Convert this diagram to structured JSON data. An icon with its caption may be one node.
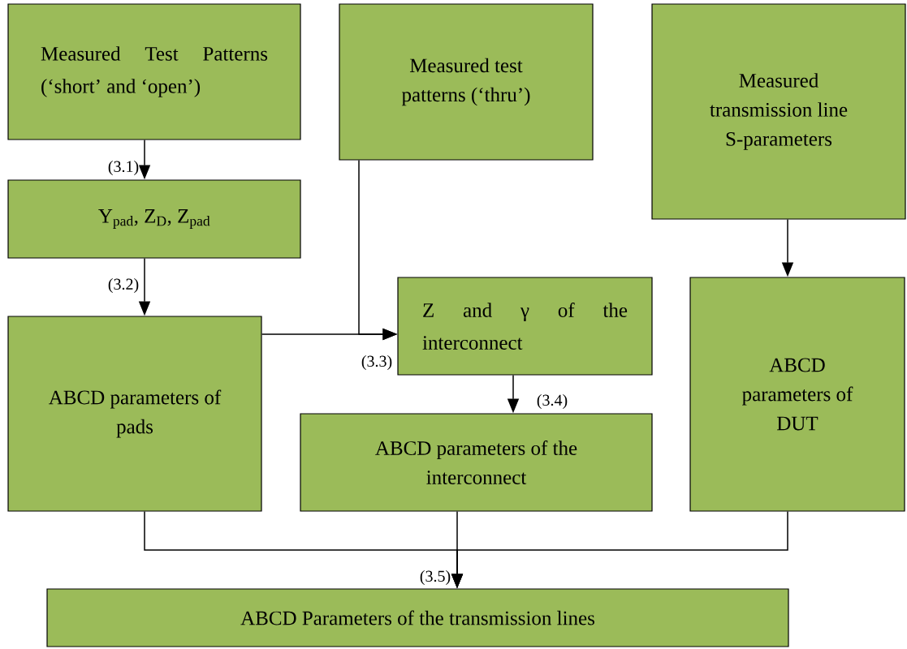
{
  "diagram": {
    "nodes": [
      {
        "text": [
          "Measured Test Patterns (‘short’ and ‘open’)"
        ]
      },
      {
        "text": [
          "Measured test patterns (‘thru’)"
        ]
      },
      {
        "text": [
          "Measured transmission line S-parameters"
        ]
      },
      {
        "text": [
          "Y$_{pad}$, Z$_{D}$, Z$_{pad}$"
        ]
      },
      {
        "text": [
          "ABCD parameters of pads"
        ]
      },
      {
        "text": [
          "Z and γ of the interconnect"
        ]
      },
      {
        "text": [
          "ABCD parameters of DUT"
        ]
      },
      {
        "text": [
          "ABCD parameters of the interconnect"
        ]
      },
      {
        "text": [
          "ABCD Parameters of the transmission lines"
        ]
      }
    ],
    "edges": [
      {
        "from": 0,
        "to": 3,
        "arrow": "to",
        "label": "(3.1)"
      },
      {
        "from": 3,
        "to": 4,
        "arrow": "to",
        "label": "(3.2)"
      },
      {
        "from": 4,
        "to": 5,
        "arrow": "to",
        "label": "(3.3)"
      },
      {
        "from": 1,
        "to": 5,
        "arrow": "to"
      },
      {
        "from": 2,
        "to": 6,
        "arrow": "to"
      },
      {
        "from": 5,
        "to": 7,
        "arrow": "to",
        "label": "(3.4)"
      },
      {
        "from": 7,
        "to": 8,
        "arrow": "to",
        "label": "(3.5)"
      },
      {
        "from": 4,
        "to": 8,
        "arrow": "to"
      },
      {
        "from": 6,
        "to": 8,
        "arrow": "to"
      }
    ]
  }
}
